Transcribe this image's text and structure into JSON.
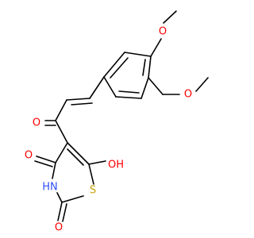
{
  "colors": {
    "oxygen": "#ff0000",
    "nitrogen": "#3050f8",
    "sulfur": "#c8a000",
    "bond": "#000000",
    "background": "#ffffff"
  },
  "atoms": {
    "o_ring_methoxy": "O",
    "o_ether": "O",
    "o_ketone": "O",
    "o_oh": "OH",
    "o_c4": "O",
    "nh": "HN",
    "s_ring": "S",
    "o_c2": "O"
  }
}
